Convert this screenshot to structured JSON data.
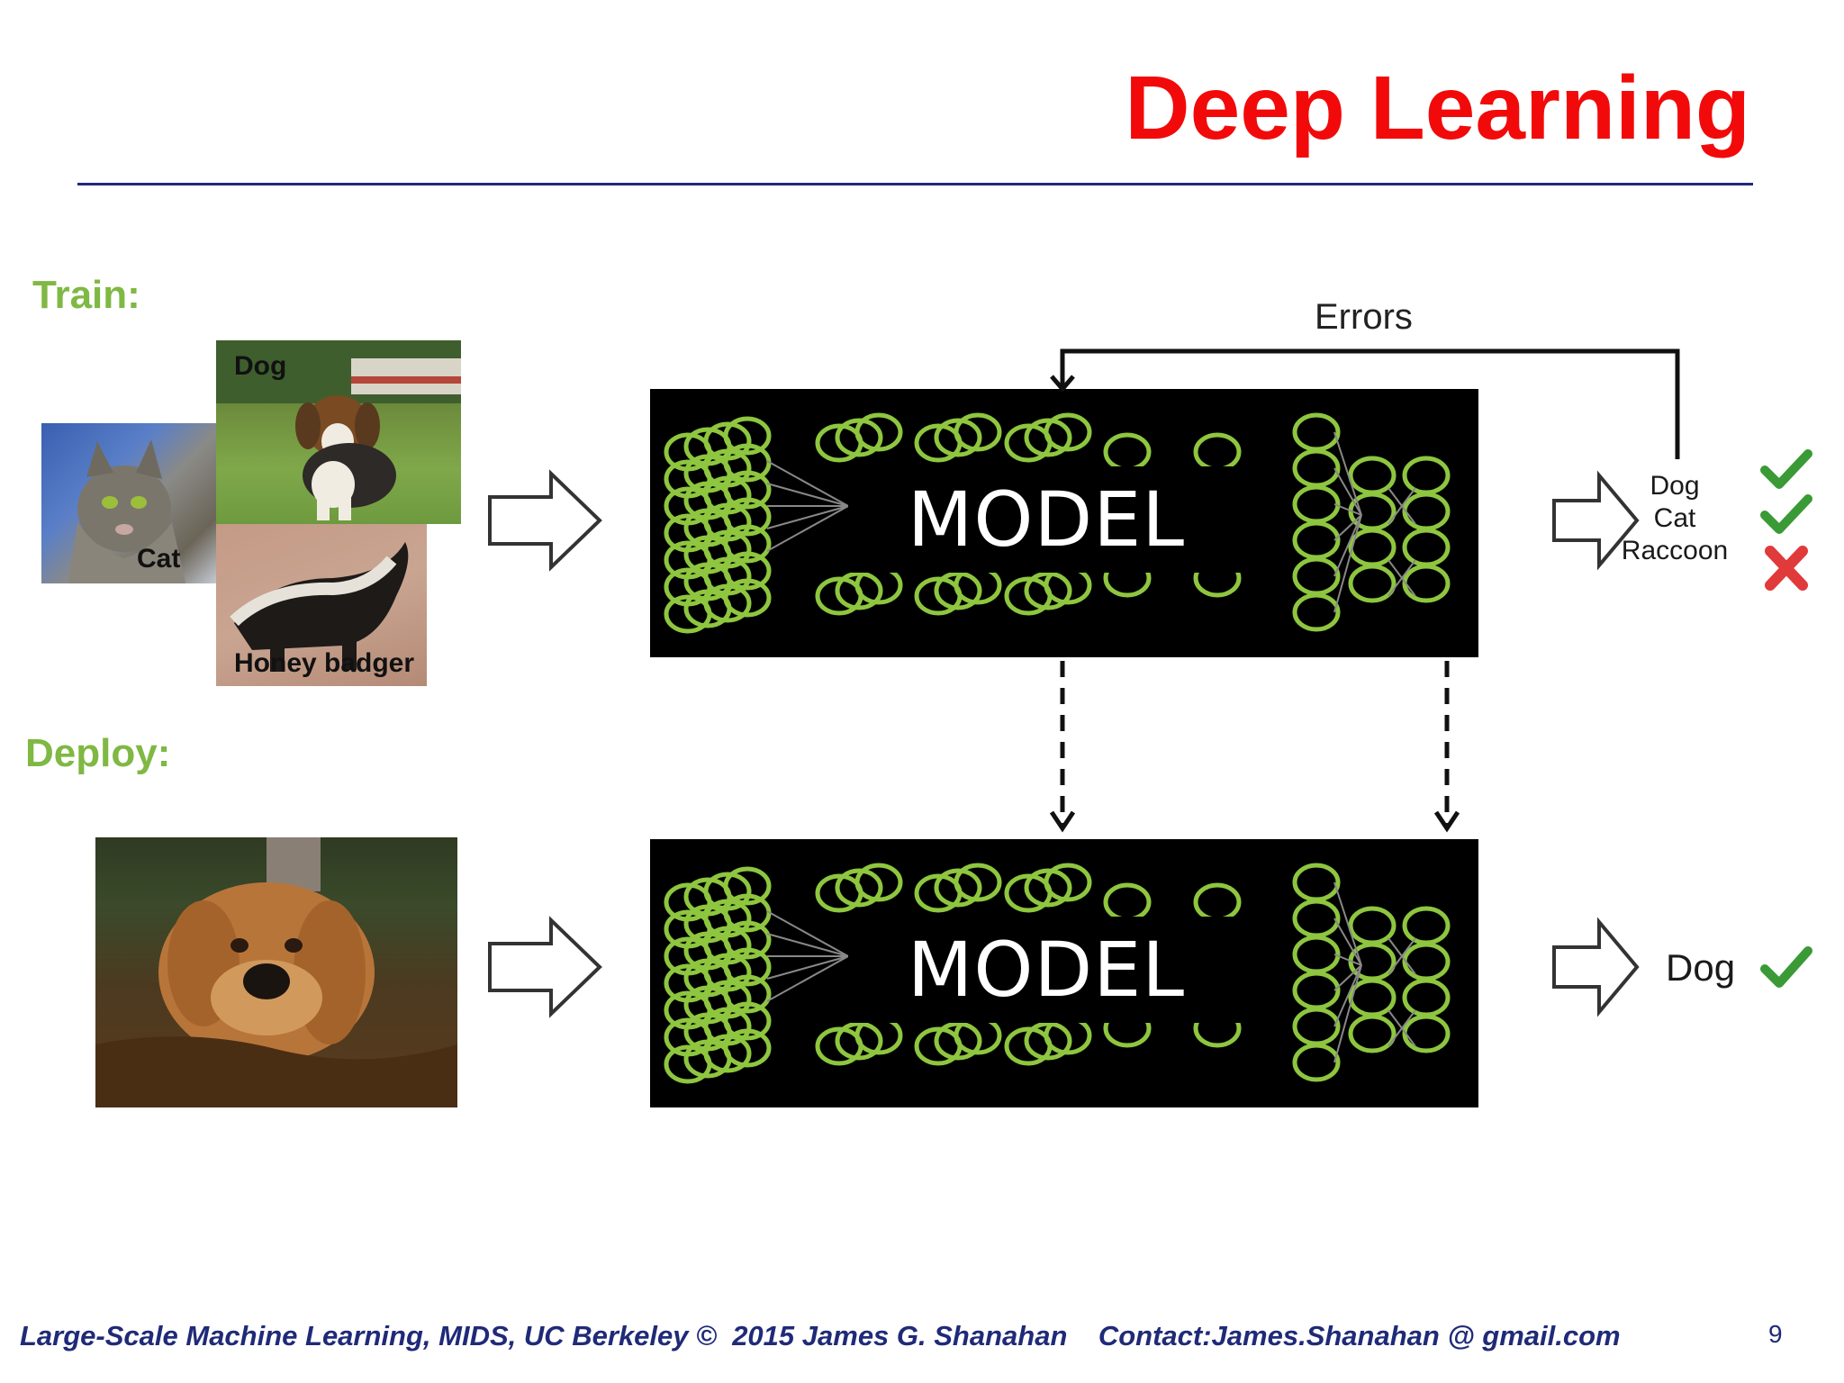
{
  "slide": {
    "title": "Deep Learning",
    "page_number": "9"
  },
  "footer": {
    "text": "Large-Scale Machine Learning, MIDS, UC Berkeley ©  2015 James G. Shanahan    Contact:James.Shanahan @ gmail.com"
  },
  "diagram": {
    "train_label": "Train:",
    "deploy_label": "Deploy:",
    "errors_label": "Errors",
    "model_label": "MODEL",
    "train_images": [
      {
        "caption": "Dog"
      },
      {
        "caption": "Cat"
      },
      {
        "caption": "Honey badger"
      }
    ],
    "train_outputs": [
      {
        "label": "Dog",
        "status": "correct"
      },
      {
        "label": "Cat",
        "status": "correct"
      },
      {
        "label": "Raccoon",
        "status": "wrong"
      }
    ],
    "deploy_output": {
      "label": "Dog",
      "status": "correct"
    },
    "colors": {
      "title": "#f20a0a",
      "section_label": "#7fb843",
      "neuron": "#8ec63f",
      "check": "#3a9a36",
      "cross": "#e03a3a",
      "footer": "#1f2a78"
    }
  }
}
